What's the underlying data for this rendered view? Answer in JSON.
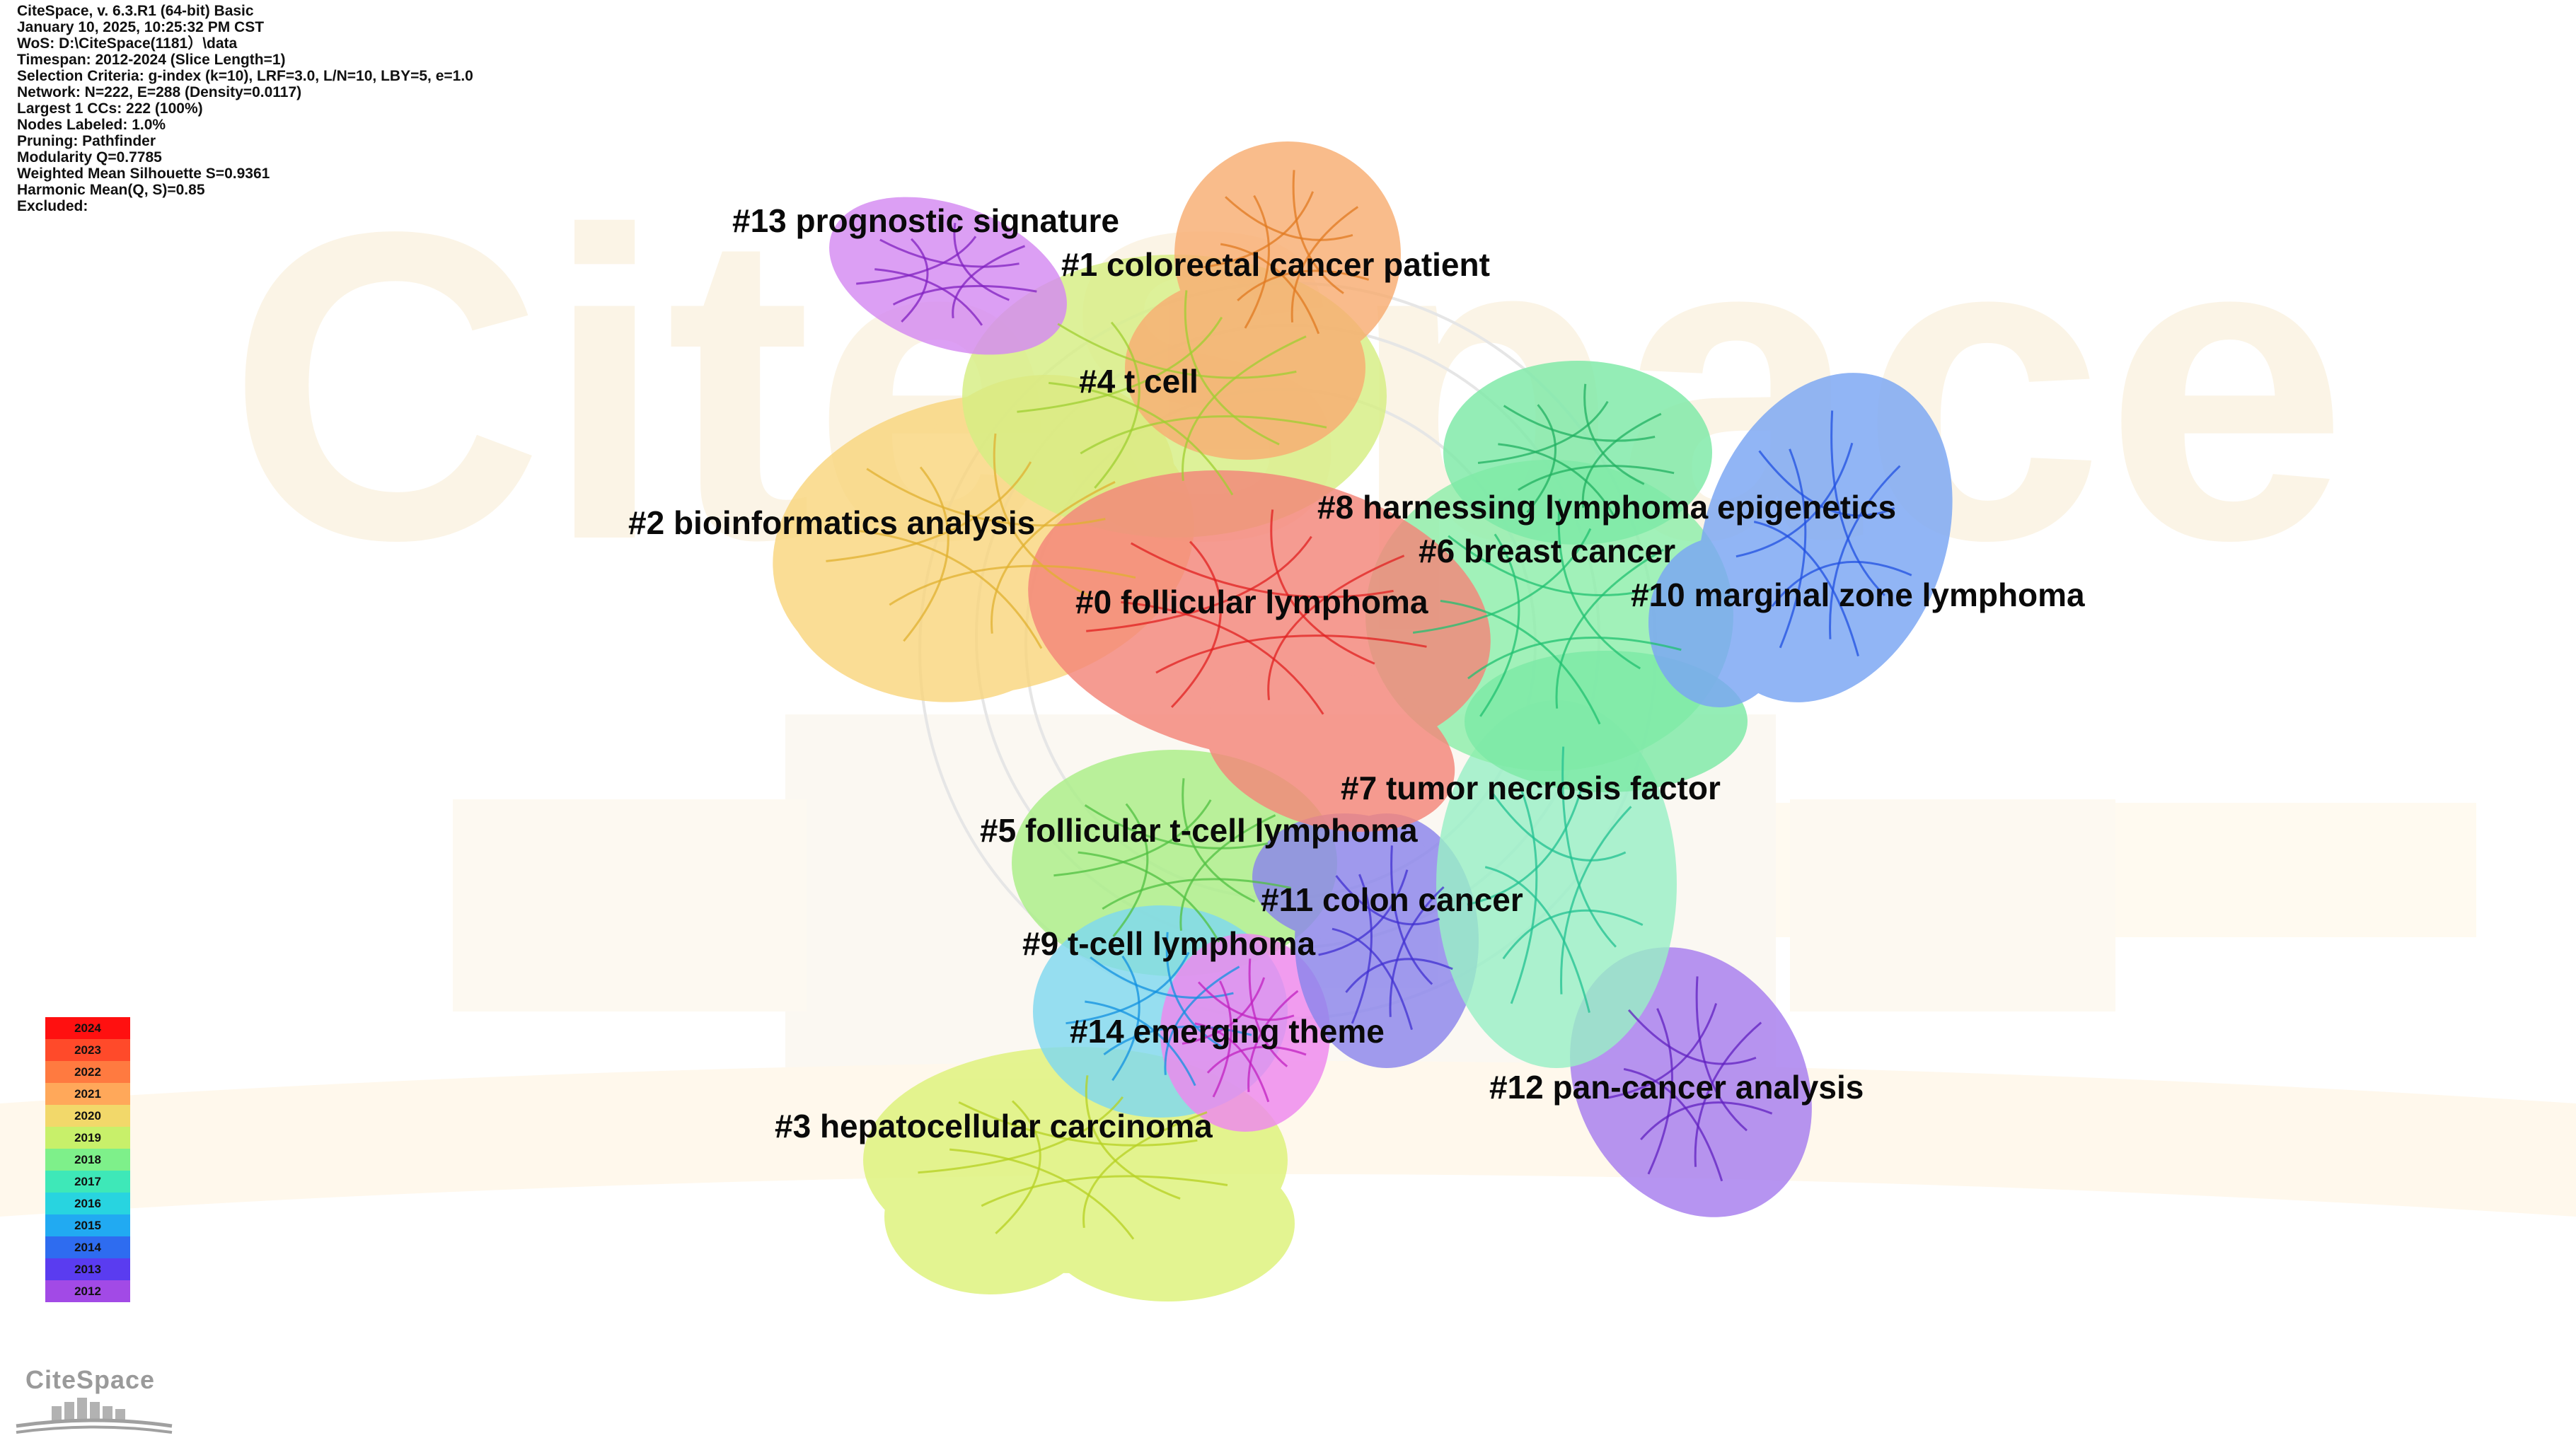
{
  "info_lines": [
    "CiteSpace, v. 6.3.R1 (64-bit) Basic",
    "January 10, 2025, 10:25:32 PM CST",
    "WoS: D:\\CiteSpace(1181）\\data",
    "Timespan: 2012-2024 (Slice Length=1)",
    "Selection Criteria: g-index (k=10), LRF=3.0, L/N=10, LBY=5, e=1.0",
    "Network: N=222, E=288 (Density=0.0117)",
    "Largest 1 CCs: 222 (100%)",
    "Nodes Labeled: 1.0%",
    "Pruning: Pathfinder",
    "Modularity Q=0.7785",
    "Weighted Mean Silhouette S=0.9361",
    "Harmonic Mean(Q, S)=0.85",
    "Excluded:"
  ],
  "clusters": [
    {
      "id": "#0",
      "label": "#0 follicular lymphoma",
      "color": "#f4867a"
    },
    {
      "id": "#1",
      "label": "#1 colorectal cancer patient",
      "color": "#f8ad72"
    },
    {
      "id": "#2",
      "label": "#2 bioinformatics analysis",
      "color": "#f9d67e"
    },
    {
      "id": "#3",
      "label": "#3 hepatocellular carcinoma",
      "color": "#def27a"
    },
    {
      "id": "#4",
      "label": "#4 t cell",
      "color": "#d6ee82"
    },
    {
      "id": "#5",
      "label": "#5 follicular t-cell lymphoma",
      "color": "#a9ee86"
    },
    {
      "id": "#6",
      "label": "#6 breast cancer",
      "color": "#8ceeaa"
    },
    {
      "id": "#7",
      "label": "#7 tumor necrosis factor",
      "color": "#98efc6"
    },
    {
      "id": "#8",
      "label": "#8 harnessing lymphoma epigenetics",
      "color": "#7de9a6"
    },
    {
      "id": "#9",
      "label": "#9 t-cell lymphoma",
      "color": "#7fd8ef"
    },
    {
      "id": "#10",
      "label": "#10 marginal zone lymphoma",
      "color": "#7aa6f4"
    },
    {
      "id": "#11",
      "label": "#11 colon cancer",
      "color": "#8b85ec"
    },
    {
      "id": "#12",
      "label": "#12 pan-cancer analysis",
      "color": "#a77def"
    },
    {
      "id": "#13",
      "label": "#13 prognostic signature",
      "color": "#d58af2"
    },
    {
      "id": "#14",
      "label": "#14 emerging theme",
      "color": "#ee88ee"
    }
  ],
  "legend": [
    {
      "year": "2024",
      "color": "#ff1010"
    },
    {
      "year": "2023",
      "color": "#ff4a2a"
    },
    {
      "year": "2022",
      "color": "#ff7a40"
    },
    {
      "year": "2021",
      "color": "#ffa85a"
    },
    {
      "year": "2020",
      "color": "#f2d86a"
    },
    {
      "year": "2019",
      "color": "#c8f06a"
    },
    {
      "year": "2018",
      "color": "#7ef08a"
    },
    {
      "year": "2017",
      "color": "#3ee8b8"
    },
    {
      "year": "2016",
      "color": "#28d4e0"
    },
    {
      "year": "2015",
      "color": "#21aaf2"
    },
    {
      "year": "2014",
      "color": "#2e6cf0"
    },
    {
      "year": "2013",
      "color": "#5a3cf0"
    },
    {
      "year": "2012",
      "color": "#a24ae6"
    }
  ],
  "logo": {
    "text": "CiteSpace"
  }
}
